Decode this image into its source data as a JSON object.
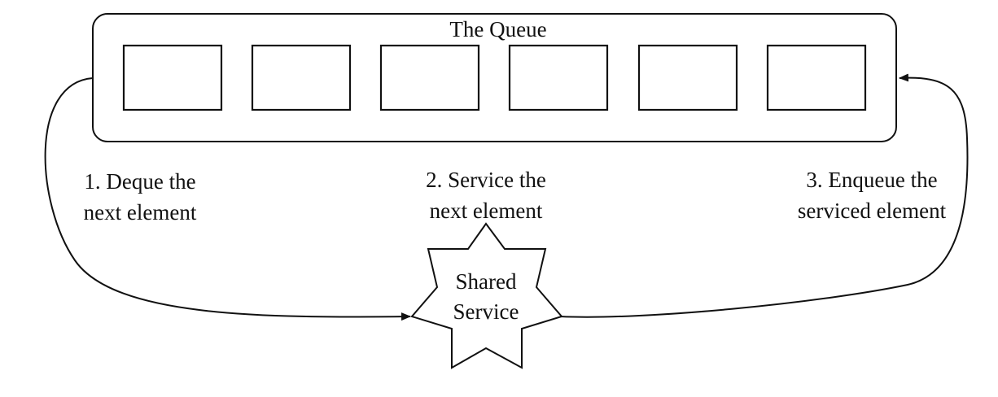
{
  "diagram": {
    "queue": {
      "title": "The Queue",
      "slot_count": 6
    },
    "service": {
      "line1": "Shared",
      "line2": "Service"
    },
    "steps": [
      {
        "line1": "1. Deque the",
        "line2": "next element"
      },
      {
        "line1": "2. Service the",
        "line2": "next element"
      },
      {
        "line1": "3. Enqueue the",
        "line2": "serviced element"
      }
    ]
  }
}
